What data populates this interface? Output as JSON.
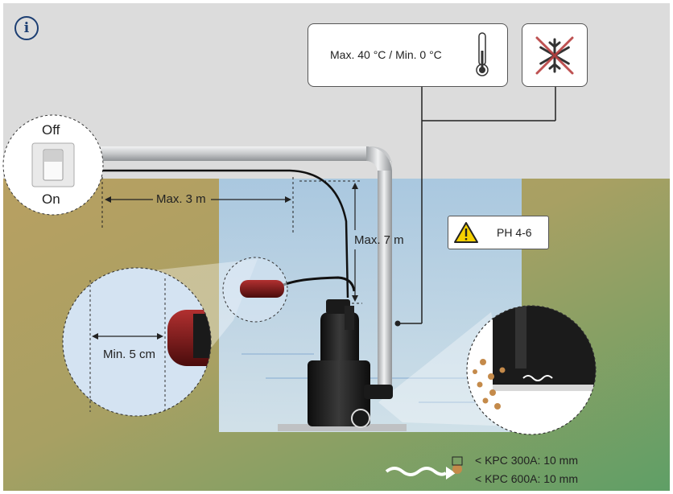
{
  "info_icon": "i",
  "labels": {
    "temperature": "Max. 40 °C / Min. 0 °C",
    "switch_off": "Off",
    "switch_on": "On",
    "max_distance": "Max. 3 m",
    "max_height": "Max. 7 m",
    "ph_range": "PH 4-6",
    "min_distance": "Min. 5 cm",
    "particle_300": "< KPC 300A: 10 mm",
    "particle_600": "< KPC 600A: 10 mm"
  },
  "icons": {
    "thermometer": "thermometer-icon",
    "no_frost": "no-frost-icon",
    "warning": "warning-icon",
    "info": "info-icon"
  },
  "colors": {
    "sky": "#dcdcdc",
    "soil": "#b49f62",
    "grass": "#6fa467",
    "water": "#b8d3ea",
    "pipe": "#c8c9cb",
    "pump": "#1c1c1c",
    "float": "#8b1a1a",
    "warning": "#f5d000",
    "cross": "#b84040",
    "info": "#1d3f73"
  }
}
